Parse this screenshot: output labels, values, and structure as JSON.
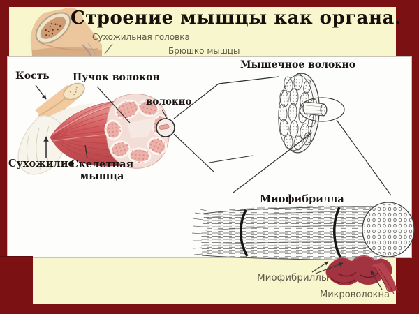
{
  "slide": {
    "title": "Строение мышцы как органа.",
    "colors": {
      "frame": "#7c1113",
      "background": "#f8f6cc",
      "photo_background": "#fdfdfc",
      "muscle_red": "#cf5355",
      "microfiber_red": "#a23340",
      "label_black": "#1a1512",
      "label_gray": "#5d5848"
    },
    "annotations": {
      "tendon_head": "Сухожильная головка",
      "muscle_belly": "Брюшко мышцы",
      "bone": "Кость",
      "fiber_bundle": "Пучок волокон",
      "fiber": "волокно",
      "tendon": "Сухожилие",
      "skeletal_muscle_line1": "Скелетная",
      "skeletal_muscle_line2": "мышца",
      "muscle_fiber": "Мышечное волокно",
      "myofibril": "Миофибрилла",
      "myofibrils": "Миофибриллы",
      "microfibers": "Микроволокна"
    }
  }
}
